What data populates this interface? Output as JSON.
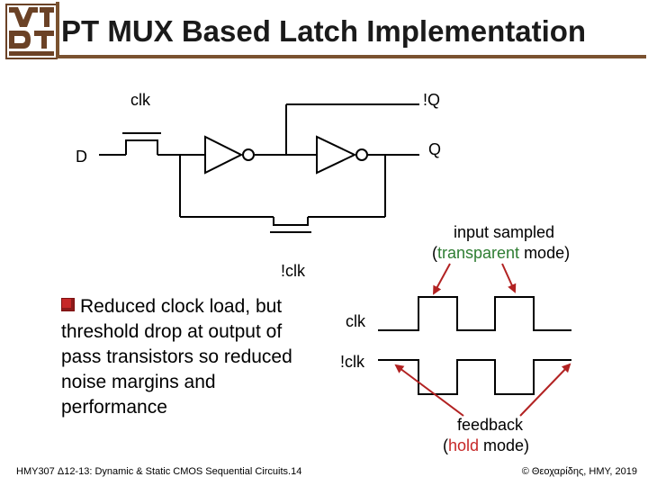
{
  "slide": {
    "title": "PT MUX Based Latch Implementation",
    "colors": {
      "accent_brown": "#7a5230",
      "bullet_red": "#c62828",
      "highlight_green": "#2e7d32",
      "highlight_red": "#c62828",
      "arrow_red": "#b22222"
    }
  },
  "circuit": {
    "label_clk": "clk",
    "label_notq": "!Q",
    "label_d": "D",
    "label_q": "Q",
    "label_notclk": "!clk"
  },
  "annotation_top": {
    "line1": "input sampled",
    "line2_open": "(",
    "line2_highlight": "transparent",
    "line2_rest": " mode)"
  },
  "annotation_bottom": {
    "line1": "feedback",
    "line2_open": "(",
    "line2_highlight": "hold",
    "line2_rest": " mode)"
  },
  "waveforms": {
    "clk_label": "clk",
    "notclk_label": "!clk"
  },
  "bullet": {
    "icon": "square-bullet-icon",
    "text": "Reduced clock load, but threshold drop at output of pass transistors so reduced noise margins and performance"
  },
  "footer": {
    "left": "HMY307 Δ12-13: Dynamic & Static CMOS Sequential Circuits.14",
    "right": "© Θεοχαρίδης, HMY, 2019"
  }
}
